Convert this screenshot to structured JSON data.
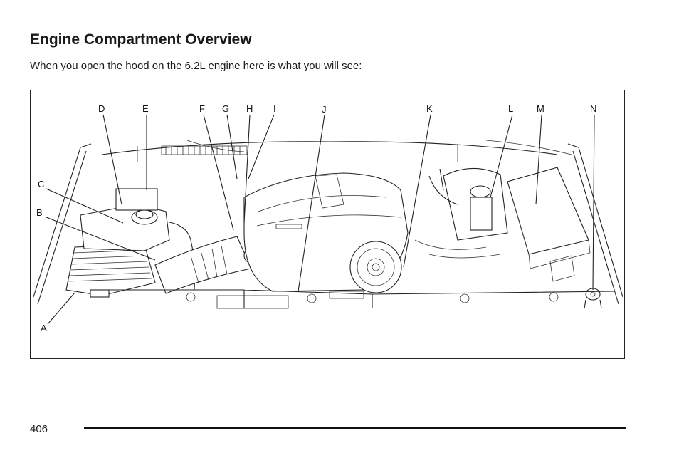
{
  "heading": "Engine Compartment Overview",
  "intro": "When you open the hood on the 6.2L engine here is what you will see:",
  "callouts": [
    {
      "id": "a",
      "label": "A"
    },
    {
      "id": "b",
      "label": "B"
    },
    {
      "id": "c",
      "label": "C"
    },
    {
      "id": "d",
      "label": "D"
    },
    {
      "id": "e",
      "label": "E"
    },
    {
      "id": "f",
      "label": "F"
    },
    {
      "id": "g",
      "label": "G"
    },
    {
      "id": "h",
      "label": "H"
    },
    {
      "id": "i",
      "label": "I"
    },
    {
      "id": "j",
      "label": "J"
    },
    {
      "id": "k",
      "label": "K"
    },
    {
      "id": "l",
      "label": "L"
    },
    {
      "id": "m",
      "label": "M"
    },
    {
      "id": "n",
      "label": "N"
    }
  ],
  "page_number": "406"
}
